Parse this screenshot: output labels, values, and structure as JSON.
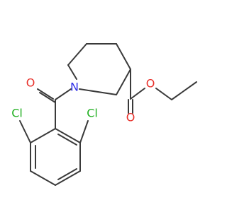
{
  "atom_labels": {
    "n1": "N",
    "o_carbonyl_top": "O",
    "o_ester_single": "O",
    "o_ester_double": "O",
    "cl_left": "Cl",
    "cl_right": "Cl"
  },
  "colors": {
    "bond": "#3a3a3a",
    "nitrogen": "#3030e8",
    "oxygen": "#e8302a",
    "chlorine": "#22b022"
  }
}
